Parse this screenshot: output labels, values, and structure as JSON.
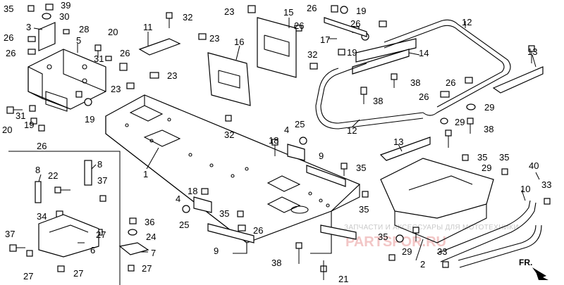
{
  "callouts": {
    "c1": "1",
    "c2": "2",
    "c3": "3",
    "c4a": "4",
    "c4b": "4",
    "c5": "5",
    "c6": "6",
    "c7": "7",
    "c8": "8",
    "c8b": "8",
    "c9a": "9",
    "c9b": "9",
    "c10": "10",
    "c11": "11",
    "c12a": "12",
    "c12b": "12",
    "c13a": "13",
    "c13b": "13",
    "c14": "14",
    "c15": "15",
    "c16": "16",
    "c17": "17",
    "c18a": "18",
    "c18b": "18",
    "c19a": "19",
    "c19b": "19",
    "c19c": "19",
    "c19d": "19",
    "c20a": "20",
    "c20b": "20",
    "c21": "21",
    "c22": "22",
    "c23a": "23",
    "c23b": "23",
    "c23c": "23",
    "c23d": "23",
    "c24": "24",
    "c25a": "25",
    "c25b": "25",
    "c26a": "26",
    "c26b": "26",
    "c26c": "26",
    "c26d": "26",
    "c26e": "26",
    "c26f": "26",
    "c26g": "26",
    "c26h": "26",
    "c26i": "26",
    "c26j": "26",
    "c27a": "27",
    "c27b": "27",
    "c27c": "27",
    "c27d": "27",
    "c28": "28",
    "c29a": "29",
    "c29b": "29",
    "c29c": "29",
    "c29d": "29",
    "c30": "30",
    "c31a": "31",
    "c31b": "31",
    "c32a": "32",
    "c32b": "32",
    "c32c": "32",
    "c33a": "33",
    "c33b": "33",
    "c35a": "35",
    "c35b": "35",
    "c35c": "35",
    "c35d": "35",
    "c35e": "35",
    "c35f": "35",
    "c35g": "35",
    "c36": "36",
    "c37a": "37",
    "c37b": "37",
    "c38a": "38",
    "c38b": "38",
    "c38c": "38",
    "c38d": "38",
    "c39": "39",
    "c40": "40",
    "c34": "34"
  },
  "watermark": {
    "text": "ЗАПЧАСТИ И АКСЕССУАРЫ ДЛЯ МОТОТЕХНИКИ",
    "brand": "PARTSFOR.RU"
  },
  "direction_label": "FR."
}
